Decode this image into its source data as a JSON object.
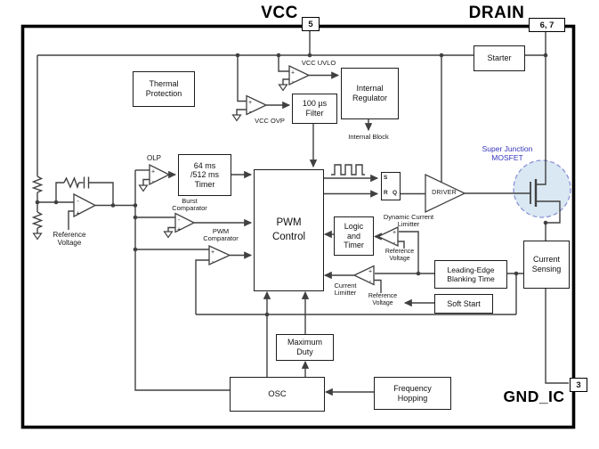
{
  "sym": {
    "plus": "+",
    "minus": "-"
  },
  "pins": {
    "vcc_label": "VCC",
    "vcc_pin": "5",
    "drain_label": "DRAIN",
    "drain_pin": "6, 7",
    "gnd_label": "GND_IC",
    "gnd_pin": "3"
  },
  "blocks": {
    "thermal": "Thermal\nProtection",
    "filter": "100 µs\nFilter",
    "regulator": "Internal\nRegulator",
    "starter": "Starter",
    "timer": "64 ms\n/512 ms\nTimer",
    "pwm_control": "PWM\nControl",
    "logic_timer": "Logic\nand\nTimer",
    "leb": "Leading-Edge\nBlanking Time",
    "soft_start": "Soft Start",
    "current_sensing": "Current\nSensing",
    "max_duty": "Maximum\nDuty",
    "osc": "OSC",
    "freq_hopping": "Frequency\nHopping"
  },
  "labels": {
    "vcc_uvlo": "VCC UVLO",
    "vcc_ovp": "VCC OVP",
    "internal_block": "Internal Block",
    "olp": "OLP",
    "burst_comparator": "Burst\nComparator",
    "pwm_comparator": "PWM\nComparator",
    "reference_voltage_fb": "Reference\nVoltage",
    "dynamic_limiter": "Dynamic Current\nLimitter",
    "reference_voltage_dyn": "Reference\nVoltage",
    "current_limiter": "Current\nLimitter",
    "reference_voltage_cl": "Reference\nVoltage",
    "sj_mosfet": "Super Junction\nMOSFET",
    "driver": "DRIVER"
  },
  "latch": {
    "s": "S",
    "r": "R",
    "q": "Q"
  },
  "colors": {
    "accent_blue": "#3434bb",
    "mosfet_fill": "#d9e8f2",
    "line": "#404040",
    "border": "#000000"
  }
}
